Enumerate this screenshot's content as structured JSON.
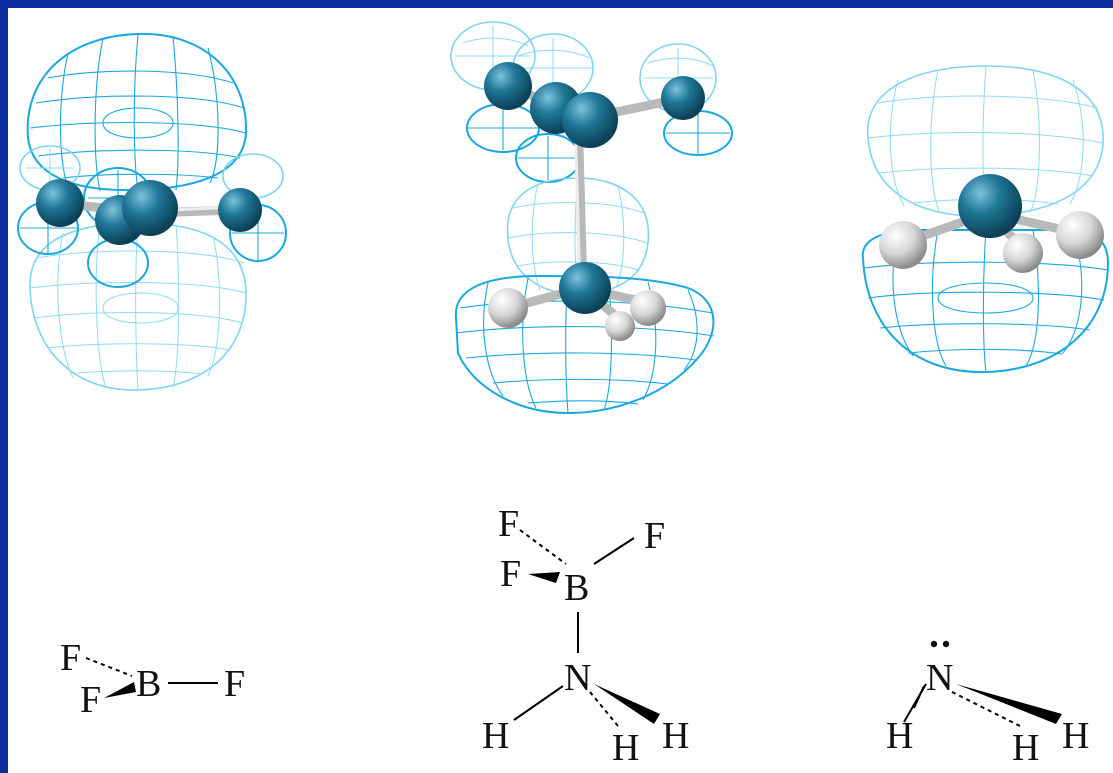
{
  "structures": {
    "bf3": {
      "atoms": [
        "F",
        "F",
        "B",
        "F"
      ]
    },
    "adduct": {
      "atoms": [
        "F",
        "F",
        "F",
        "B",
        "N",
        "H",
        "H",
        "H"
      ]
    },
    "nh3": {
      "atoms": [
        "N",
        "H",
        "H",
        "H"
      ]
    }
  },
  "colors": {
    "border": "#0a2ea0",
    "mesh_dark": "#18a8e0",
    "mesh_light": "#7fd4f2",
    "atom_teal": "#1a6e8e",
    "atom_hydrogen": "#d9d9d9"
  }
}
